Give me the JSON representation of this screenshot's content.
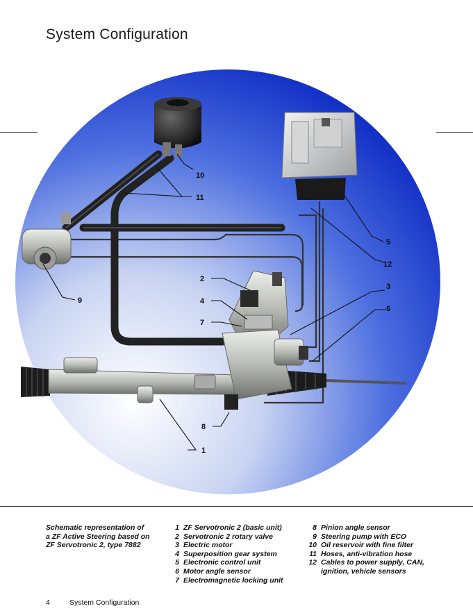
{
  "page_title": "System Configuration",
  "caption": [
    "Schematic representation of",
    "a ZF Active Steering based on",
    "ZF Servotronic 2, type 7882"
  ],
  "legend_col1": [
    {
      "num": "1",
      "text": "ZF Servotronic 2 (basic unit)"
    },
    {
      "num": "2",
      "text": "Servotronic 2 rotary valve"
    },
    {
      "num": "3",
      "text": "Electric motor"
    },
    {
      "num": "4",
      "text": "Superposition gear system"
    },
    {
      "num": "5",
      "text": "Electronic control unit"
    },
    {
      "num": "6",
      "text": "Motor angle sensor"
    },
    {
      "num": "7",
      "text": "Electromagnetic locking unit"
    }
  ],
  "legend_col2": [
    {
      "num": "8",
      "text": "Pinion angle sensor"
    },
    {
      "num": "9",
      "text": "Steering pump with ECO"
    },
    {
      "num": "10",
      "text": "Oil reservoir with fine filter"
    },
    {
      "num": "11",
      "text": "Hoses, anti-vibration hose"
    },
    {
      "num": "12",
      "text": "Cables to power supply, CAN,"
    },
    {
      "num": "",
      "text": "ignition, vehicle sensors"
    }
  ],
  "callouts": {
    "c1": "1",
    "c2": "2",
    "c3": "3",
    "c4": "4",
    "c5": "5",
    "c6": "6",
    "c7": "7",
    "c8": "8",
    "c9": "9",
    "c10": "10",
    "c11": "11",
    "c12": "12"
  },
  "footer": {
    "page_number": "4",
    "section": "System Configuration"
  },
  "colors": {
    "circle_center": "#ffffff",
    "circle_edge": "#1432c8",
    "hose": "#2a2a2a",
    "rack": "#c7c9c4"
  }
}
